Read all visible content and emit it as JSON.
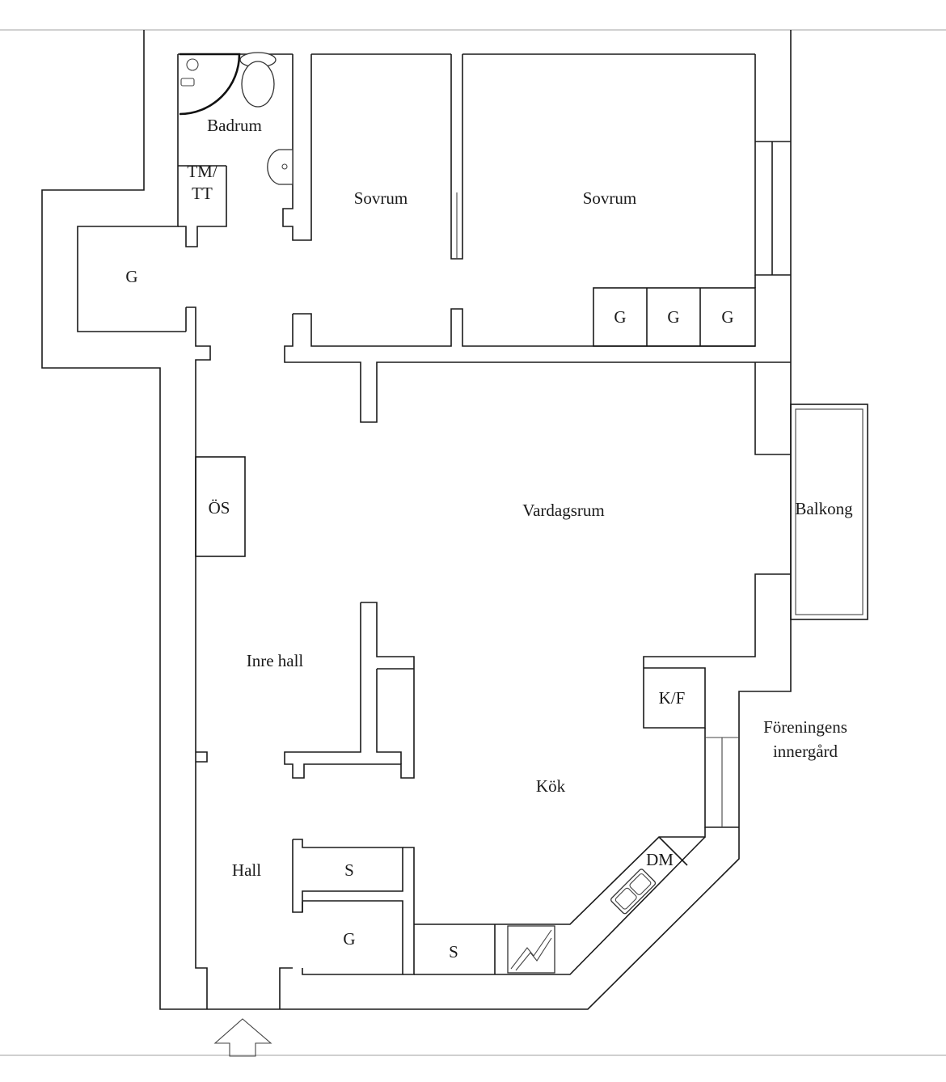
{
  "rooms": {
    "badrum": "Badrum",
    "tm_tt_line1": "TM/",
    "tm_tt_line2": "TT",
    "sovrum_1": "Sovrum",
    "sovrum_2": "Sovrum",
    "g_left": "G",
    "g_wardrobe_1": "G",
    "g_wardrobe_2": "G",
    "g_wardrobe_3": "G",
    "os": "ÖS",
    "vardagsrum": "Vardagsrum",
    "balkong": "Balkong",
    "inre_hall": "Inre hall",
    "kf": "K/F",
    "foreningens_line1": "Föreningens",
    "foreningens_line2": "innergård",
    "kok": "Kök",
    "dm": "DM",
    "hall": "Hall",
    "s_hall": "S",
    "g_hall": "G",
    "s_kitchen": "S"
  },
  "icons": {
    "entrance": "entrance-arrow-icon",
    "toilet": "toilet-icon",
    "sink": "sink-icon",
    "shower": "shower-icon",
    "kitchen_sink": "kitchen-sink-icon",
    "stove": "stove-icon"
  }
}
